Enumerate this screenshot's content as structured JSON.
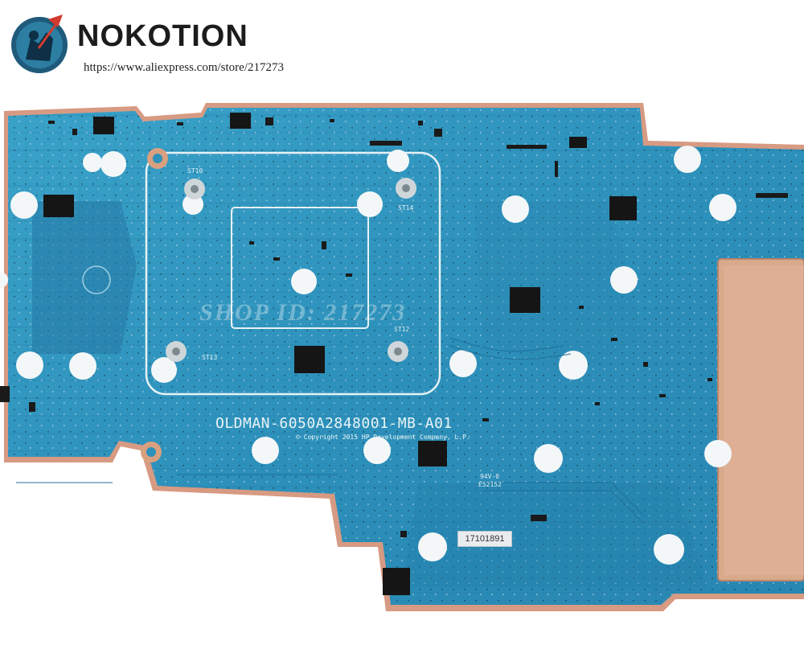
{
  "header": {
    "brand": "NOKOTION",
    "store_url": "https://www.aliexpress.com/store/217273"
  },
  "board": {
    "part_number": "OLDMAN-6050A2848001-MB-A01",
    "copyright": "© Copyright 2015 HP Development Company, L.P.",
    "sticker_label": "17101891",
    "watermark": "SHOP ID: 217273",
    "markings": {
      "st10": "ST10",
      "st14": "ST14",
      "st13": "ST13",
      "st12": "ST12",
      "ul_code": "94V-0",
      "e_code": "E52152"
    }
  },
  "colors": {
    "pcb": "#2f95bf",
    "pcb_dark": "#1f7aa6",
    "copper_shield": "#d9a98c",
    "pad": "#f4f7f8",
    "chip": "#151515"
  }
}
